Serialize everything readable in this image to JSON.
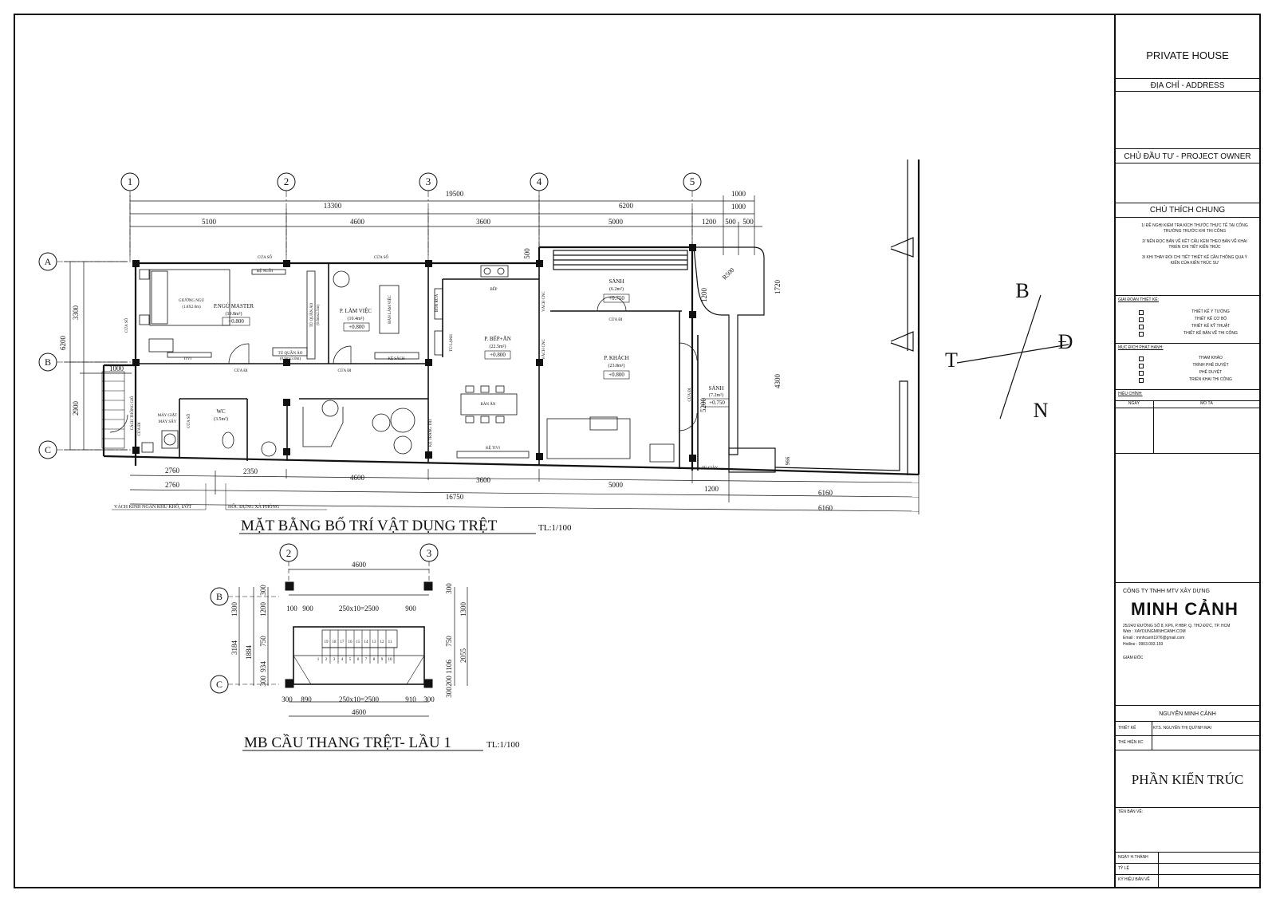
{
  "title_block": {
    "project": "PRIVATE HOUSE",
    "address_label": "ĐỊA CHỈ - ADDRESS",
    "owner_label": "CHỦ ĐẦU TƯ - PROJECT OWNER",
    "notes_title": "CHÚ THÍCH CHUNG",
    "notes": [
      "1/ ĐỀ NGHỊ KIỂM TRA KÍCH THƯỚC THỰC TẾ TẠI CÔNG TRƯỜNG TRƯỚC KHI THI CÔNG",
      "2/ NÊN ĐỌC BẢN VẼ KẾT CẤU KÈM THEO BẢN VẼ KHAI TRIỂN CHI TIẾT KIẾN TRÚC",
      "3/ KHI THAY ĐỔI CHI TIẾT THIẾT KẾ CẦN THÔNG QUA Ý KIẾN CỦA KIẾN TRÚC SƯ"
    ],
    "stage_label": "GIAI ĐOẠN THIẾT KẾ:",
    "stages": [
      "THIẾT KẾ Ý TƯỞNG",
      "THIẾT KẾ CƠ BỘ",
      "THIẾT KẾ KỸ THUẬT",
      "THIẾT KẾ BẢN VẼ THI CÔNG"
    ],
    "purpose_label": "MỤC ĐÍCH PHÁT HÀNH:",
    "purposes": [
      "THAM KHẢO",
      "TRÌNH PHÊ DUYỆT",
      "PHÊ DUYỆT",
      "TRIỂN KHAI THI CÔNG"
    ],
    "revision_label": "HIỆU CHỈNH:",
    "rev_date_col": "NGÀY",
    "rev_desc_col": "MÔ TẢ",
    "company_line": "CÔNG TY TNHH MTV  XÂY DỰNG",
    "company_name": "MINH CẢNH",
    "company_address": "25/24/2 ĐƯỜNG SỐ 8, KP6, P.HBP, Q. THỦ ĐỨC, TP. HCM",
    "company_web": "Web     : XAYDUNGMINHCANH.COM",
    "company_email": "Email   : minhcanh1976@gmail.com",
    "company_hotline": "Hotline  : 0903.093.193",
    "director_label": "GIÁM ĐỐC",
    "director_name": "NGUYỄN MINH CẢNH",
    "designer_label": "THIẾT KẾ",
    "designer_name": "KTS. NGUYỄN THỊ QUỲNH MAI",
    "kc_label": "THỂ HIỆN KC",
    "section_title": "PHẦN KIẾN TRÚC",
    "drawing_name_label": "TÊN BẢN VẼ:",
    "date_label": "NGÀY H.THÀNH",
    "scale_label": "TỶ LỆ",
    "symbol_label": "KÝ HIỆU BẢN VẼ"
  },
  "plan": {
    "title": "MẶT BẰNG BỐ TRÍ VẬT DỤNG TRỆT",
    "scale": "TL:1/100",
    "grid_cols": [
      "1",
      "2",
      "3",
      "4",
      "5"
    ],
    "grid_rows": [
      "A",
      "B",
      "C"
    ],
    "dims_top_total": [
      "13300",
      "19500",
      "6200",
      "1000",
      "1000"
    ],
    "dims_top": [
      "5100",
      "4600",
      "3600",
      "5000",
      "1200",
      "500",
      "500"
    ],
    "dims_left": [
      "3300",
      "6200",
      "1000",
      "2900"
    ],
    "dims_bottom": [
      "2760",
      "2350",
      "4600",
      "3600",
      "5000",
      "2760",
      "16750",
      "1200",
      "6160",
      "6160"
    ],
    "dims_right": [
      "500",
      "1720",
      "1200",
      "4300",
      "5200",
      "966",
      "R500"
    ],
    "rooms": [
      {
        "name": "P.NGỦ MASTER",
        "area": "(19.8m²)",
        "level": "+0.800"
      },
      {
        "name": "P. LÀM VIỆC",
        "area": "(10.4m²)",
        "level": "+0.800"
      },
      {
        "name": "P. BẾP+ĂN",
        "area": "(22.5m²)",
        "level": "+0.800"
      },
      {
        "name": "P. KHÁCH",
        "area": "(23.8m²)",
        "level": "+0.800"
      },
      {
        "name": "SẢNH",
        "area": "(6.2m²)",
        "level": "+0.750"
      },
      {
        "name": "SẢNH",
        "area": "(7.2m²)",
        "level": "+0.750"
      },
      {
        "name": "WC",
        "area": "(3.5m²)",
        "level": ""
      }
    ],
    "labels": {
      "window": "CỬA SỔ",
      "door": "CỬA ĐI",
      "bed": "GIƯỜNG NGỦ",
      "bed_size": "(1.8X2.0m)",
      "seat": "BỆ NGỒI",
      "tv": "TIVI",
      "wardrobe1": "TỦ QUẦN ÁO",
      "wardrobe1_size": "(0.8mx3.0m)",
      "wardrobe2": "TỦ QUẦN ÁO",
      "wardrobe2_size": "(0.6mx2.5m)",
      "desk": "BÀN LÀM VIỆC",
      "bookshelf": "KỆ SÁCH",
      "kitchen": "BẾP",
      "sink": "BỒN RỬA",
      "fridge": "TỦ LẠNH",
      "dining": "BÀN ĂN",
      "tv_shelf": "KỆ TIVI",
      "cnc_wall": "VÁCH CNC",
      "deco_shelf": "KỆ TRANG TRÍ",
      "shoe_cabinet": "TỦ GIÀY",
      "washer": "MÁY GIẶT",
      "dryer": "MÁY SẤY",
      "stair_window": "CÁCH THÔNG GIÓ",
      "note_glass": "VÁCH KÍNH NGĂN KHU KHÔ, ƯỚT",
      "note_niche": "HỐC ĐỰNG XÀ PHÒNG"
    }
  },
  "stair": {
    "title": "MB CẦU THANG TRỆT- LẦU 1",
    "scale": "TL:1/100",
    "grid_cols": [
      "2",
      "3"
    ],
    "grid_rows": [
      "B",
      "C"
    ],
    "dims_top": [
      "4600",
      "100",
      "900",
      "250x10=2500",
      "900",
      "300"
    ],
    "dims_bottom": [
      "300",
      "890",
      "250x10=2500",
      "910",
      "300",
      "4600"
    ],
    "dims_left": [
      "1300",
      "3184",
      "1884",
      "1200",
      "750",
      "934",
      "300",
      "300"
    ],
    "dims_right": [
      "1300",
      "2055",
      "750",
      "1106",
      "200",
      "300"
    ],
    "steps": [
      "1",
      "2",
      "3",
      "4",
      "5",
      "6",
      "7",
      "8",
      "9",
      "10",
      "11",
      "12",
      "13",
      "14",
      "15",
      "16",
      "17",
      "18",
      "19"
    ]
  },
  "compass": {
    "north": "B",
    "south": "N",
    "east": "Đ",
    "west": "T"
  }
}
